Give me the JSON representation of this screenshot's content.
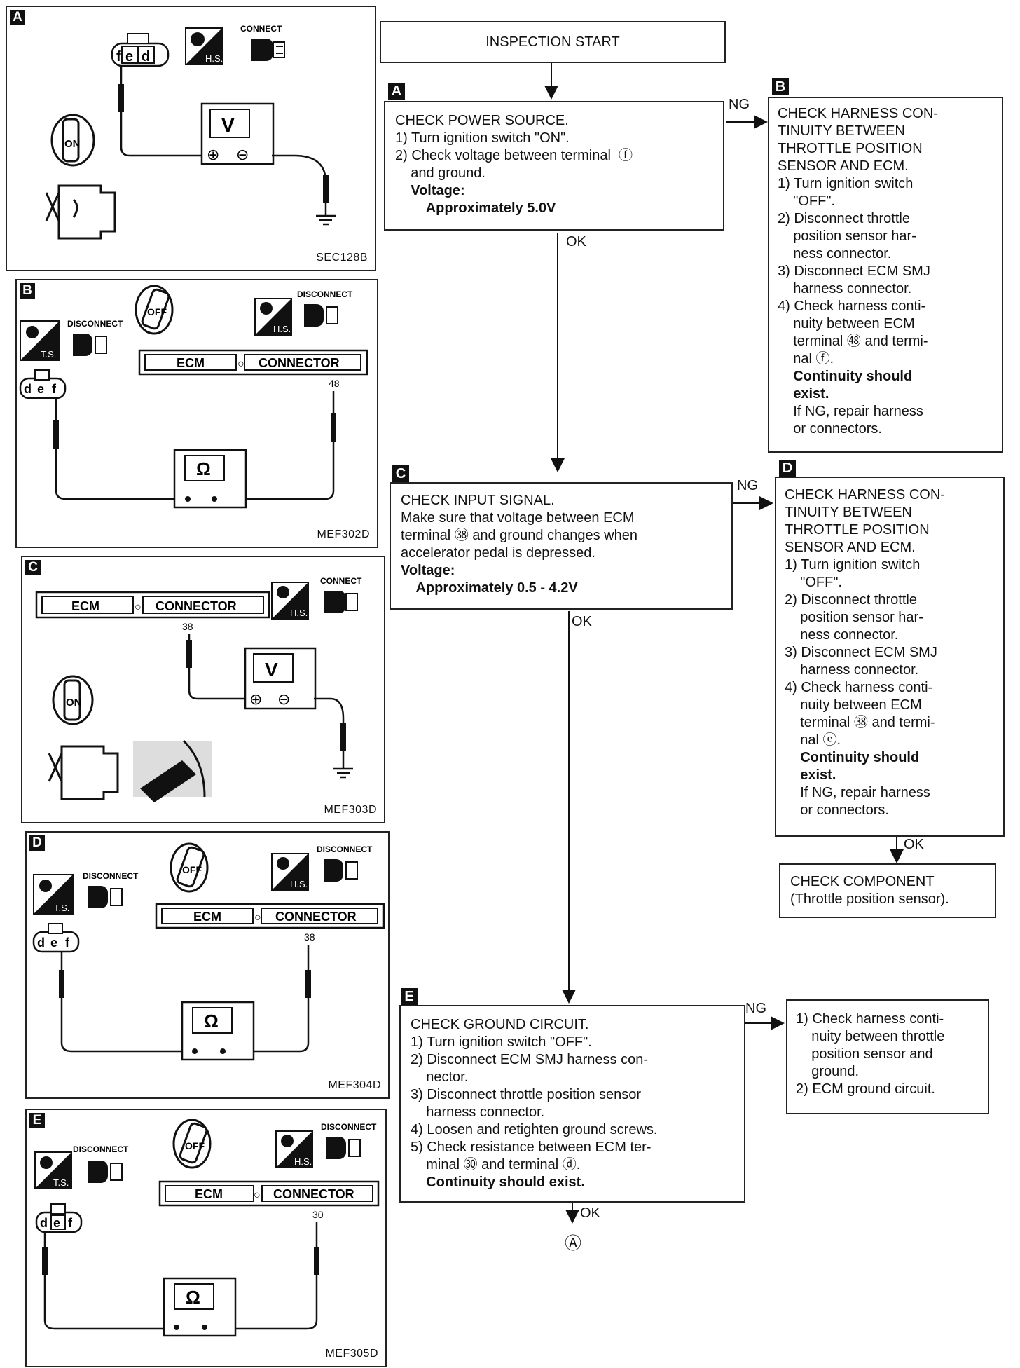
{
  "panels": {
    "A": {
      "label": "A",
      "code": "SEC128B",
      "connector": [
        "f",
        "e",
        "d"
      ],
      "meter": "V",
      "hs": "H.S.",
      "hs_action": "CONNECT",
      "key": "ON"
    },
    "B": {
      "label": "B",
      "code": "MEF302D",
      "connector": [
        "d",
        "e",
        "f"
      ],
      "meter": "Ω",
      "ts": "T.S.",
      "ts_action": "DISCONNECT",
      "hs": "H.S.",
      "hs_action": "DISCONNECT",
      "key": "OFF",
      "ecm": "ECM",
      "conn": "CONNECTOR",
      "pin": "48"
    },
    "C": {
      "label": "C",
      "code": "MEF303D",
      "meter": "V",
      "hs": "H.S.",
      "hs_action": "CONNECT",
      "key": "ON",
      "ecm": "ECM",
      "conn": "CONNECTOR",
      "pin": "38"
    },
    "D": {
      "label": "D",
      "code": "MEF304D",
      "connector": [
        "d",
        "e",
        "f"
      ],
      "meter": "Ω",
      "ts": "T.S.",
      "ts_action": "DISCONNECT",
      "hs": "H.S.",
      "hs_action": "DISCONNECT",
      "key": "OFF",
      "ecm": "ECM",
      "conn": "CONNECTOR",
      "pin": "38"
    },
    "E": {
      "label": "E",
      "code": "MEF305D",
      "connector": [
        "d",
        "e",
        "f"
      ],
      "meter": "Ω",
      "ts": "T.S.",
      "ts_action": "DISCONNECT",
      "hs": "H.S.",
      "hs_action": "DISCONNECT",
      "key": "OFF",
      "ecm": "ECM",
      "conn": "CONNECTOR",
      "pin": "30"
    }
  },
  "flow": {
    "start": "INSPECTION START",
    "A": {
      "label": "A",
      "lines": [
        "CHECK POWER SOURCE.",
        "1) Turn ignition switch \"ON\".",
        "2) Check voltage between terminal  ⓕ",
        "    and ground."
      ],
      "bold": [
        "    Voltage:",
        "        Approximately 5.0V"
      ]
    },
    "B": {
      "label": "B",
      "lines": [
        "CHECK HARNESS CON-",
        "TINUITY BETWEEN",
        "THROTTLE POSITION",
        "SENSOR AND ECM.",
        "1) Turn ignition switch",
        "    \"OFF\".",
        "2) Disconnect throttle",
        "    position sensor har-",
        "    ness connector.",
        "3) Disconnect ECM SMJ",
        "    harness connector.",
        "4) Check harness conti-",
        "    nuity between ECM",
        "    terminal ㊽ and termi-",
        "    nal ⓕ."
      ],
      "bold": [
        "    Continuity should",
        "    exist."
      ],
      "tail": [
        "    If NG, repair harness",
        "    or connectors."
      ]
    },
    "C": {
      "label": "C",
      "lines": [
        "CHECK INPUT SIGNAL.",
        "Make sure that voltage between ECM",
        "terminal ㊳ and ground changes when",
        "accelerator pedal is depressed."
      ],
      "bold": [
        "Voltage:",
        "    Approximately 0.5 - 4.2V"
      ]
    },
    "D": {
      "label": "D",
      "lines": [
        "CHECK HARNESS CON-",
        "TINUITY BETWEEN",
        "THROTTLE POSITION",
        "SENSOR AND ECM.",
        "1) Turn ignition switch",
        "    \"OFF\".",
        "2) Disconnect throttle",
        "    position sensor har-",
        "    ness connector.",
        "3) Disconnect ECM SMJ",
        "    harness connector.",
        "4) Check harness conti-",
        "    nuity between ECM",
        "    terminal ㊳ and termi-",
        "    nal ⓔ."
      ],
      "bold": [
        "    Continuity should",
        "    exist."
      ],
      "tail": [
        "    If NG, repair harness",
        "    or connectors."
      ]
    },
    "component": {
      "lines": [
        "CHECK COMPONENT",
        "(Throttle position sensor)."
      ]
    },
    "E": {
      "label": "E",
      "lines": [
        "CHECK GROUND CIRCUIT.",
        "1) Turn ignition switch \"OFF\".",
        "2) Disconnect ECM SMJ harness con-",
        "    nector.",
        "3) Disconnect throttle position sensor",
        "    harness connector.",
        "4) Loosen and retighten ground screws.",
        "5) Check resistance between ECM ter-",
        "    minal ㉚ and terminal ⓓ."
      ],
      "bold": [
        "    Continuity should exist."
      ]
    },
    "E_ng": {
      "lines": [
        "1) Check harness conti-",
        "    nuity between throttle",
        "    position sensor and",
        "    ground.",
        "2) ECM ground circuit."
      ]
    },
    "ng": "NG",
    "ok": "OK",
    "end_marker": "Ⓐ"
  }
}
